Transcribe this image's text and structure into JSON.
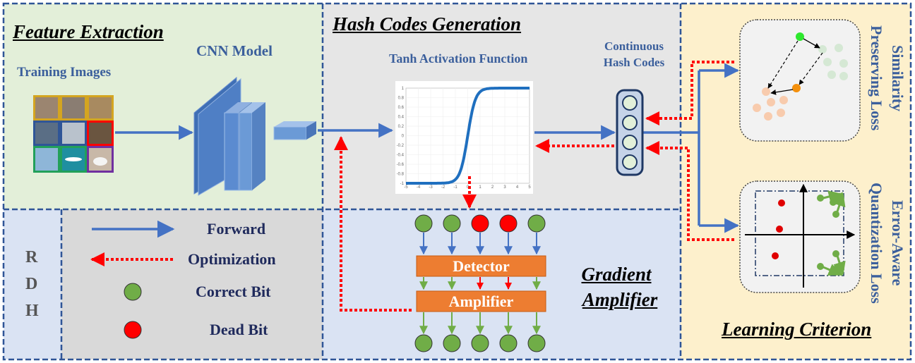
{
  "sections": {
    "feature_extraction": "Feature Extraction",
    "hash_codes_generation": "Hash Codes Generation",
    "learning_criterion": "Learning Criterion",
    "gradient_amplifier": [
      "Gradient",
      "Amplifier"
    ]
  },
  "labels": {
    "cnn_model": "CNN Model",
    "training_images": "Training Images",
    "tanh": "Tanh Activation Function",
    "continuous_hash_codes": [
      "Continuous",
      "Hash Codes"
    ],
    "similarity_loss": [
      "Similarity",
      "Preserving Loss"
    ],
    "quantization_loss": [
      "Error-Aware",
      "Quantization Loss"
    ],
    "detector": "Detector",
    "amplifier": "Amplifier",
    "rdh": [
      "R",
      "D",
      "H"
    ]
  },
  "legend": {
    "forward": "Forward",
    "optimization": "Optimization",
    "correct_bit": "Correct Bit",
    "dead_bit": "Dead Bit"
  },
  "tanh_plot": {
    "x_ticks": [
      "-5",
      "-4",
      "-3",
      "-2",
      "-1",
      "0",
      "1",
      "2",
      "3",
      "4",
      "5"
    ],
    "y_ticks": [
      "1",
      "0.8",
      "0.6",
      "0.4",
      "0.2",
      "0",
      "-0.2",
      "-0.4",
      "-0.6",
      "-0.8",
      "-1"
    ]
  },
  "colors": {
    "feature_bg": "#e3efd9",
    "hash_bg": "#e6e6e6",
    "learning_bg": "#fdf0cc",
    "legend_bg": "#d9d9d9",
    "amp_bg": "#dae3f3",
    "forward_arrow": "#4472c4",
    "optimization_arrow": "#ff0000",
    "correct_bit": "#70ad47",
    "dead_bit": "#ff0000",
    "module_orange": "#ed7d31",
    "dashed_border": "#2f5597"
  },
  "bits": {
    "top_row": [
      "correct",
      "correct",
      "dead",
      "dead",
      "correct"
    ],
    "bottom_row": [
      "correct",
      "correct",
      "correct",
      "correct",
      "correct"
    ]
  }
}
